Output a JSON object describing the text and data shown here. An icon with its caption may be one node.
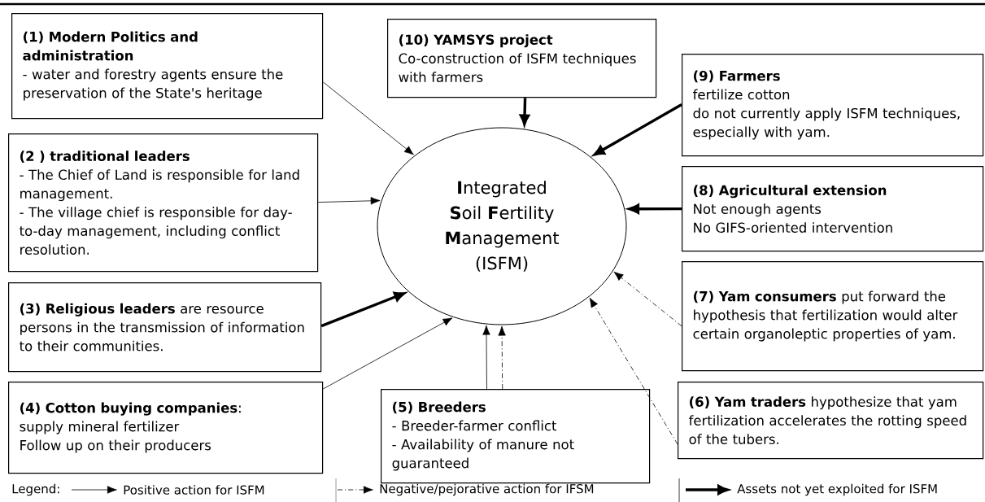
{
  "diagram": {
    "nodes": [
      {
        "text": [
          "(1) Modern Politics and administration",
          "- water and forestry agents ensure the preservation of the State's heritage"
        ]
      },
      {
        "text": [
          "(2 ) traditional leaders",
          "- The Chief of Land is responsible for land management.",
          "- The village chief is responsible for day-to-day management, including conflict resolution."
        ]
      },
      {
        "text": [
          "**(3) Religious leaders** are resource persons in the transmission of information to their communities."
        ]
      },
      {
        "text": [
          "**(4) Cotton buying companies**:",
          "supply mineral fertilizer",
          "Follow up on their producers"
        ]
      },
      {
        "text": [
          "(5) Breeders",
          "- Breeder-farmer conflict",
          "- Availability of manure not guaranteed"
        ]
      },
      {
        "text": [
          "**(6) Yam traders** hypothesize that yam fertilization accelerates the rotting speed of the tubers."
        ]
      },
      {
        "text": [
          "**(7) Yam consumers** put forward the hypothesis that fertilization would alter certain organoleptic properties of yam."
        ]
      },
      {
        "text": [
          "(8) Agricultural extension",
          "Not enough agents",
          "No GIFS-oriented intervention"
        ]
      },
      {
        "text": [
          "(9) Farmers",
          "fertilize cotton",
          "do not currently apply ISFM techniques, especially with yam."
        ]
      },
      {
        "text": [
          "(10) YAMSYS project",
          "Co-construction of ISFM techniques with farmers"
        ]
      },
      {
        "text": [
          "**I**ntegrated **S**oil **F**ertility **M**anagement (ISFM)"
        ]
      }
    ],
    "edges": [
      {
        "from": 0,
        "to": 10,
        "arrow": "to"
      },
      {
        "from": 1,
        "to": 10,
        "arrow": "to"
      },
      {
        "from": 2,
        "to": 10,
        "arrow": "to",
        "style": "thick"
      },
      {
        "from": 3,
        "to": 10,
        "arrow": "to"
      },
      {
        "from": 4,
        "to": 10,
        "arrow": "to"
      },
      {
        "from": 4,
        "to": 10,
        "arrow": "to",
        "style": "dashed"
      },
      {
        "from": 5,
        "to": 10,
        "arrow": "to",
        "style": "dashed"
      },
      {
        "from": 6,
        "to": 10,
        "arrow": "to",
        "style": "dashed"
      },
      {
        "from": 7,
        "to": 10,
        "arrow": "to",
        "style": "thick"
      },
      {
        "from": 8,
        "to": 10,
        "arrow": "to",
        "style": "thick"
      },
      {
        "from": 9,
        "to": 10,
        "arrow": "to",
        "style": "thick"
      }
    ],
    "labels": [
      "Legend:"
    ],
    "legend": [
      {
        "text": "Positive action for ISFM"
      },
      {
        "text": "Negative/pejorative action for IFSM"
      },
      {
        "text": "Assets not yet exploited for ISFM"
      }
    ]
  }
}
